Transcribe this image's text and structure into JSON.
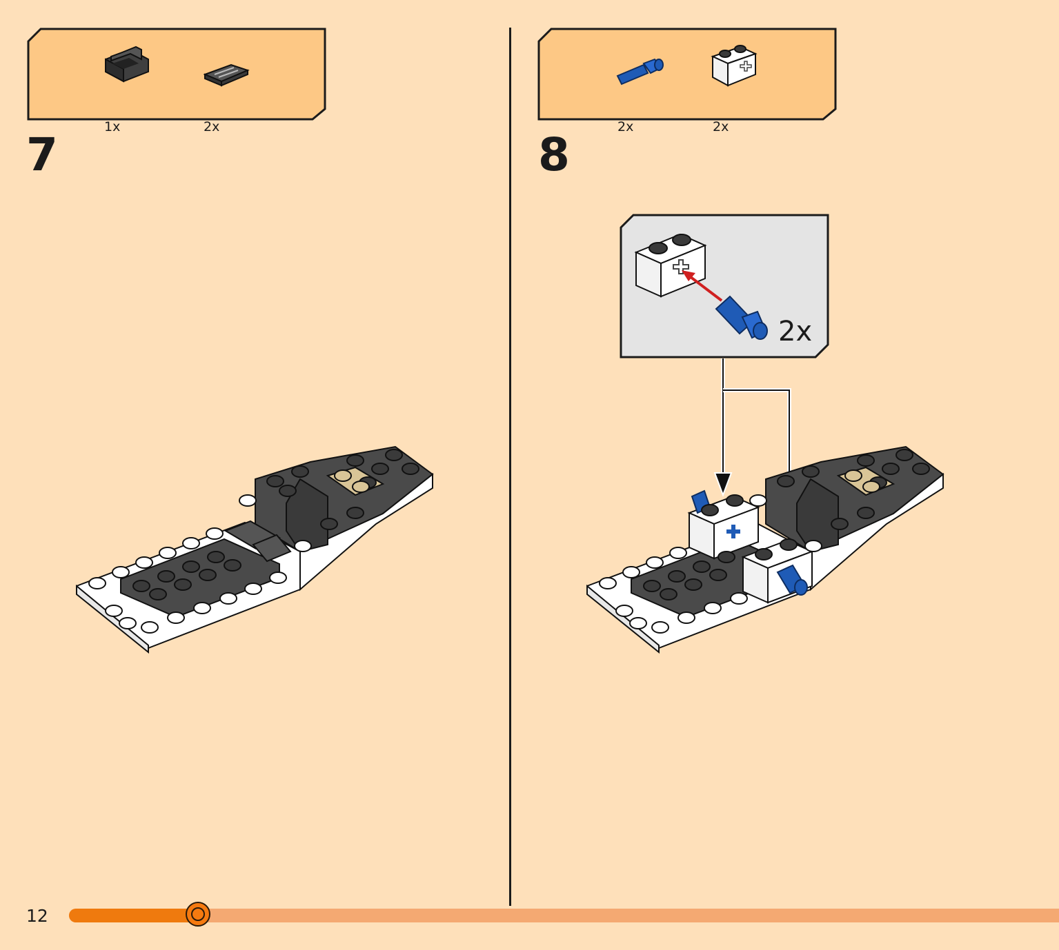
{
  "page": {
    "number": "12"
  },
  "progress": {
    "fraction": 0.13
  },
  "steps": [
    {
      "number": "7",
      "parts": [
        {
          "icon": "dark-gray-seat-piece-icon",
          "qty": "1x"
        },
        {
          "icon": "dark-gray-grille-tile-icon",
          "qty": "2x"
        }
      ]
    },
    {
      "number": "8",
      "parts": [
        {
          "icon": "blue-axle-pin-icon",
          "qty": "2x"
        },
        {
          "icon": "white-axle-brick-icon",
          "qty": "2x"
        }
      ],
      "callout": {
        "qty": "2x"
      }
    }
  ],
  "colors": {
    "page_bg": "#fee0ba",
    "parts_box_bg": "#fdc885",
    "callout_bg": "#e4e4e4",
    "progress_fill": "#ef7a0e",
    "progress_track": "#f4a972",
    "brick_dark": "#4a4a4a",
    "brick_white": "#ffffff",
    "brick_blue": "#1f5bb6",
    "brick_tan": "#d9c597",
    "arrow_red": "#d02020"
  }
}
